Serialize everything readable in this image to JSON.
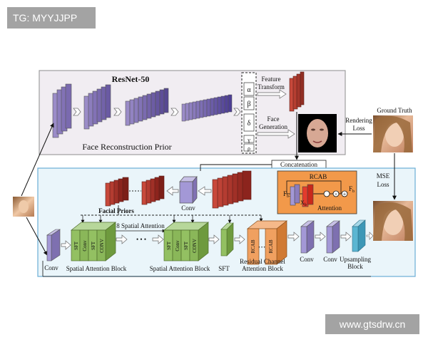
{
  "watermarks": {
    "top_left": "TG: MYYJJPP",
    "bottom_right": "www.gtsdrw.cn"
  },
  "prior": {
    "resnet_title": "ResNet-50",
    "greek": [
      "α",
      "β",
      "δ",
      "γ",
      "ρ"
    ],
    "feature_transform": [
      "Feature",
      "Transform"
    ],
    "face_generation": [
      "Face",
      "Generation"
    ],
    "rendering_loss": [
      "Rendering",
      "Loss"
    ],
    "ground_truth": "Ground Truth",
    "face_prior_caption": "Face Reconstruction Prior",
    "concatenation": "Concatenation"
  },
  "main": {
    "conv_top": "Conv",
    "rcab_title": "RCAB",
    "fb1": "F",
    "fb1_sub": "b-1",
    "xb": "X",
    "xb_sub": "b",
    "attention": "Attention",
    "fb": "F",
    "fb_sub": "b",
    "mse_loss": [
      "MSE",
      "Loss"
    ],
    "facial_priors": "Facial Priors",
    "spatial_attention_8": "8 Spatial Attention",
    "sab_layers": [
      "SFT",
      "Conv",
      "SFT",
      "CONV"
    ],
    "ellipsis": "• • •",
    "conv_first": "Conv",
    "sab_caption": "Spatial Attention Block",
    "sft": "SFT",
    "rcab_layer": "RCAB",
    "rcab_block_caption": [
      "Residual Channel",
      "Attention Block"
    ],
    "conv_a": "Conv",
    "conv_b": "Conv",
    "upsampling": [
      "Upsampling",
      "Block"
    ]
  }
}
